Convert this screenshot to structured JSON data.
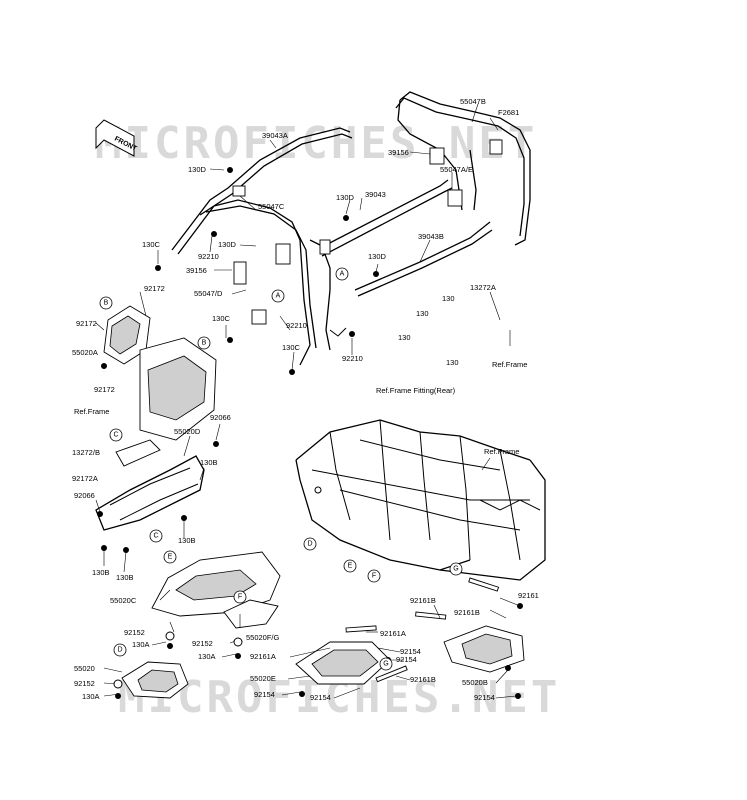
{
  "watermark": {
    "top": "MICROFICHES.NET",
    "bottom": "MICROFICHES.NET"
  },
  "front_tag": "FRONT",
  "refs": {
    "A": "A",
    "B": "B",
    "C": "C",
    "D": "D",
    "E": "E",
    "F": "F",
    "G": "G"
  },
  "labels": {
    "l_55047B": "55047B",
    "l_F2681": "F2681",
    "l_39043A": "39043A",
    "l_39156_top": "39156",
    "l_55047AE": "55047A/E",
    "l_130D_a": "130D",
    "l_130D_b": "130D",
    "l_39043": "39043",
    "l_55047C": "55047C",
    "l_130C_a": "130C",
    "l_130D_c": "130D",
    "l_92210_a": "92210",
    "l_39043B": "39043B",
    "l_130D_d": "130D",
    "l_39156_mid": "39156",
    "l_55047D": "55047/D",
    "l_92172_a": "92172",
    "l_92172_b": "92172",
    "l_55020A": "55020A",
    "l_92172_c": "92172",
    "l_130C_b": "130C",
    "l_92210_b": "92210",
    "l_130C_c": "130C",
    "l_92210_c": "92210",
    "l_130_a": "130",
    "l_13272A": "13272A",
    "l_130_b": "130",
    "l_130_c": "130",
    "l_130_d": "130",
    "l_refframe_r": "Ref.Frame",
    "l_refframe_fitting": "Ref.Frame Fitting(Rear)",
    "l_refframe_l": "Ref.Frame",
    "l_55020D": "55020D",
    "l_92066_a": "92066",
    "l_13272B": "13272/B",
    "l_92172A": "92172A",
    "l_130B_a": "130B",
    "l_92066_b": "92066",
    "l_130B_b": "130B",
    "l_130B_c": "130B",
    "l_130B_d": "130B",
    "l_refframe_c": "Ref.Frame",
    "l_55020C": "55020C",
    "l_92152_a": "92152",
    "l_130A_a": "130A",
    "l_92152_b": "92152",
    "l_55020FG": "55020F/G",
    "l_130A_b": "130A",
    "l_92161B_a": "92161B",
    "l_92161_a": "92161",
    "l_92161B_b": "92161B",
    "l_92161A_a": "92161A",
    "l_92161A_b": "92161A",
    "l_92154_a": "92154",
    "l_92154_b": "92154",
    "l_55020": "55020",
    "l_92152_c": "92152",
    "l_130A_c": "130A",
    "l_55020E": "55020E",
    "l_92154_c": "92154",
    "l_92154_d": "92154",
    "l_92161B_c": "92161B",
    "l_55020B": "55020B",
    "l_92154_e": "92154"
  }
}
